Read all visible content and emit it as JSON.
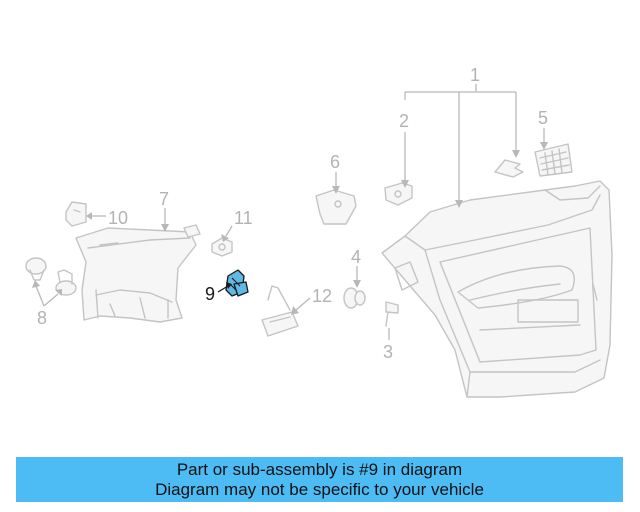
{
  "callouts": {
    "c1": "1",
    "c2": "2",
    "c3": "3",
    "c4": "4",
    "c5": "5",
    "c6": "6",
    "c7": "7",
    "c8": "8",
    "c9": "9",
    "c10": "10",
    "c11": "11",
    "c12": "12"
  },
  "highlighted_part": "9",
  "colors": {
    "banner": "#4dbcf4",
    "highlight_part": "#5fb8e6",
    "line_art": "#c4c4c4"
  },
  "banner": {
    "line1": "Part or sub-assembly is #9 in diagram",
    "line2": "Diagram may not be specific to your vehicle"
  }
}
